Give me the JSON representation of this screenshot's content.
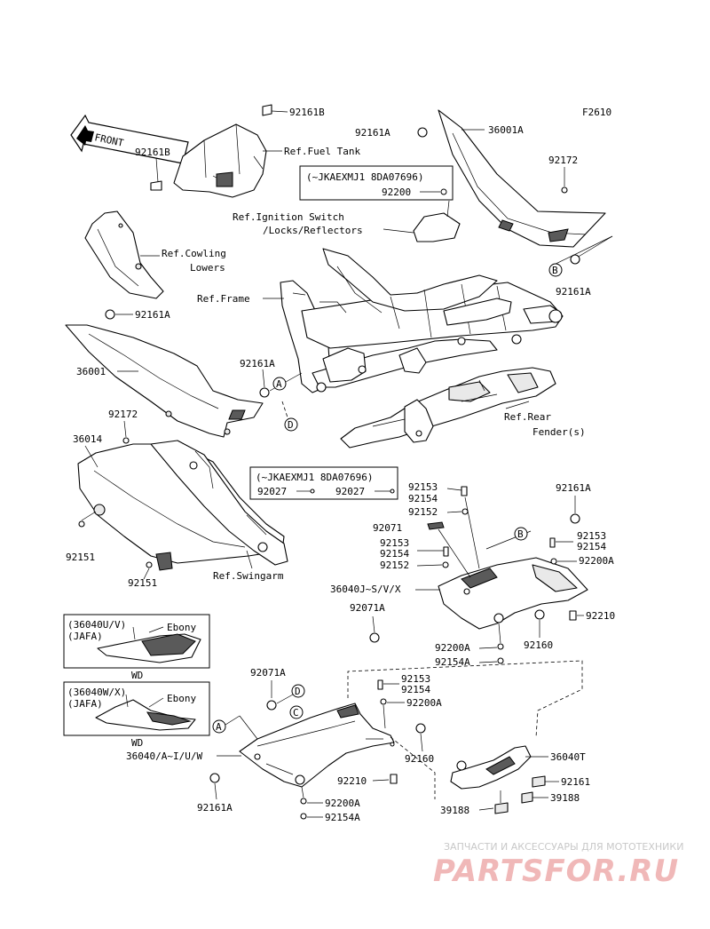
{
  "figure_code": "F2610",
  "front_label": "FRONT",
  "refs": {
    "fuel_tank": "Ref.Fuel Tank",
    "ignition_1": "Ref.Ignition Switch",
    "ignition_2": "/Locks/Reflectors",
    "cowling_1": "Ref.Cowling",
    "cowling_2": "Lowers",
    "frame": "Ref.Frame",
    "rear_fender_1": "Ref.Rear",
    "rear_fender_2": "Fender(s)",
    "swingarm": "Ref.Swingarm"
  },
  "boxes": {
    "upper_serial": "(~JKAEXMJ1 8DA07696)",
    "upper_part": "92200",
    "middle_serial": "(~JKAEXMJ1 8DA07696)",
    "middle_part_a": "92027",
    "middle_part_b": "92027",
    "wd1_model": "(36040U/V)",
    "wd1_market": "(JAFA)",
    "wd1_color": "Ebony",
    "wd1_tag": "WD",
    "wd2_model": "(36040W/X)",
    "wd2_market": "(JAFA)",
    "wd2_color": "Ebony",
    "wd2_tag": "WD"
  },
  "circle_refs": [
    "A",
    "B",
    "C",
    "D"
  ],
  "parts": {
    "p92161B_top": "92161B",
    "p92161B_left": "92161B",
    "p92161A_top": "92161A",
    "p36001A": "36001A",
    "p92172_right": "92172",
    "p92161A_right": "92161A",
    "p92161A_left": "92161A",
    "p36001": "36001",
    "p92161A_mid": "92161A",
    "p92172_left": "92172",
    "p36014": "36014",
    "p92151_a": "92151",
    "p92151_b": "92151",
    "p92161A_far": "92161A",
    "p92153_a": "92153",
    "p92154_a": "92154",
    "p92152_a": "92152",
    "p92071": "92071",
    "p92153_b": "92153",
    "p92154_b": "92154",
    "p92152_b": "92152",
    "p92153_c": "92153",
    "p92154_c": "92154",
    "p92200A_a": "92200A",
    "p36040JSVX": "36040J~S/V/X",
    "p92071A_a": "92071A",
    "p92210_a": "92210",
    "p92160_a": "92160",
    "p92200A_b": "92200A",
    "p92154A_a": "92154A",
    "p92071A_b": "92071A",
    "p92153_d": "92153",
    "p92154_d": "92154",
    "p92200A_c": "92200A",
    "p36040AIUW": "36040/A~I/U/W",
    "p92160_b": "92160",
    "p36040T": "36040T",
    "p92210_b": "92210",
    "p92161_c": "92161",
    "p92161A_bottom": "92161A",
    "p92200A_d": "92200A",
    "p92154A_b": "92154A",
    "p39188_a": "39188",
    "p39188_b": "39188"
  },
  "watermark": {
    "line1": "ЗАПЧАСТИ И АКСЕССУАРЫ ДЛЯ МОТОТЕХНИКИ",
    "brand": "PARTSFOR.RU"
  }
}
